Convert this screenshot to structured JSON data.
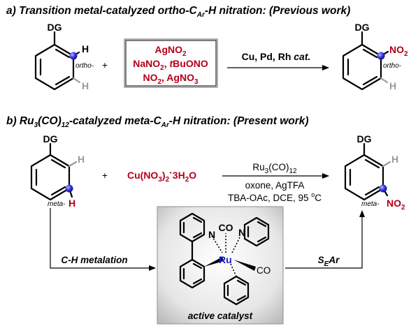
{
  "section_a": {
    "header": "a) Transition metal-catalyzed ortho-C",
    "header_sub": "Ar",
    "header_tail": "-H nitration: (Previous work)",
    "dg": "DG",
    "h_label": "H",
    "ortho": "ortho-",
    "plus": "+",
    "reagents": {
      "line1_main": "AgNO",
      "line1_sub": "2",
      "line2_a": "NaNO",
      "line2_sub": "2",
      "line2_b": ", ",
      "line2_italic": "t",
      "line2_c": "BuONO",
      "line3_a": "NO",
      "line3_sub1": "2",
      "line3_b": ", AgNO",
      "line3_sub2": "3"
    },
    "catalyst_a": "Cu, Pd, Rh ",
    "catalyst_cat": "cat.",
    "product_dg": "DG",
    "product_no2": "NO",
    "product_no2_sub": "2",
    "product_ortho": "ortho-",
    "product_h": "H",
    "sm_h_gray": "H"
  },
  "section_b": {
    "header_a": "b) Ru",
    "header_sub1": "3",
    "header_b": "(CO)",
    "header_sub2": "12",
    "header_c": "-catalyzed meta-C",
    "header_sub3": "Ar",
    "header_d": "-H nitration: (Present work)",
    "dg": "DG",
    "h_gray": "H",
    "meta": "meta-",
    "h_red": "H",
    "plus": "+",
    "reagent_a": "Cu(NO",
    "reagent_sub1": "3",
    "reagent_b": ")",
    "reagent_sub2": "2",
    "reagent_dot": "·",
    "reagent_c": "3H",
    "reagent_sub3": "2",
    "reagent_d": "O",
    "cond1_a": "Ru",
    "cond1_sub1": "3",
    "cond1_b": "(CO)",
    "cond1_sub2": "12",
    "cond2": "oxone, AgTFA",
    "cond3_a": "TBA-OAc, DCE, 95 ",
    "cond3_sup": "o",
    "cond3_b": "C",
    "product_dg": "DG",
    "product_h": "H",
    "product_meta": "meta-",
    "product_no2": "NO",
    "product_no2_sub": "2",
    "step1": "C-H metalation",
    "step2_a": "S",
    "step2_sub": "E",
    "step2_b": "Ar",
    "catalyst": {
      "co_top": "CO",
      "n_left": "N",
      "n_right": "N",
      "ru": "Ru",
      "co_right": "CO",
      "caption": "active catalyst"
    }
  },
  "colors": {
    "red_label": "#b3001b",
    "blue_atom": "#2d2de0",
    "ru_blue": "#1a1ad8",
    "gray_h": "#9a9a9a"
  }
}
